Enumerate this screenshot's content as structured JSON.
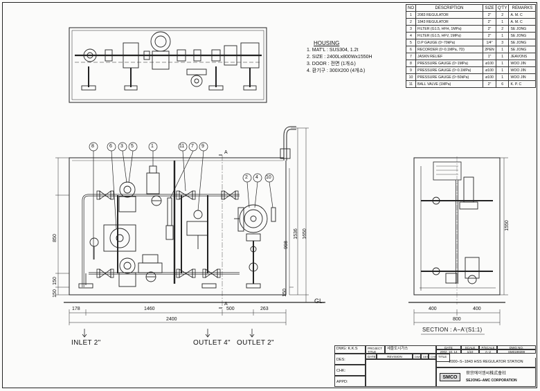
{
  "parts_table": {
    "headers": [
      "NO",
      "DESCRIPTION",
      "SIZE",
      "Q'TY",
      "REMARKS"
    ],
    "rows": [
      {
        "no": "1",
        "desc": "2083 REGULATOR",
        "size": "2\"",
        "qty": "2",
        "rem": "A. M. C"
      },
      {
        "no": "2",
        "desc": "1843 REGULATOR",
        "size": "2\"",
        "qty": "1",
        "rem": "A. M. C"
      },
      {
        "no": "3",
        "desc": "FILTER (G1.5, HFH, 1MPa)",
        "size": "2\"",
        "qty": "2",
        "rem": "SE JONG"
      },
      {
        "no": "4",
        "desc": "FILTER (G1.5, HFV, 1MPa)",
        "size": "2\"",
        "qty": "1",
        "rem": "SE JONG"
      },
      {
        "no": "5",
        "desc": "D.P GAUGE (0~70kPa)",
        "size": "1/4\"",
        "qty": "3",
        "rem": "SE JONG"
      },
      {
        "no": "6",
        "desc": "RECORDER (0~0.1MPa, 7D)",
        "size": "2PEN",
        "qty": "1",
        "rem": "SE JONG"
      },
      {
        "no": "7",
        "desc": "JASKN RELIEF",
        "size": "1\"",
        "qty": "1",
        "rem": "JEAVONS"
      },
      {
        "no": "8",
        "desc": "PRESSURE GAUGE (0~1MPa)",
        "size": "ø100",
        "qty": "1",
        "rem": "WOO JIN"
      },
      {
        "no": "9",
        "desc": "PRESSURE GAUGE (0~0.1MPa)",
        "size": "ø100",
        "qty": "1",
        "rem": "WOO JIN"
      },
      {
        "no": "10",
        "desc": "PRESSURE GAUGE (0~50kPa)",
        "size": "ø100",
        "qty": "1",
        "rem": "WOO JIN"
      },
      {
        "no": "11",
        "desc": "BALL VALVE (1MPa)",
        "size": "2\"",
        "qty": "6",
        "rem": "K. P. C"
      }
    ]
  },
  "housing": {
    "title": "HOUSING",
    "lines": [
      "1. MAT'L : SUS304, 1.2t",
      "2. SIZE : 2400Lx800Wx1550H",
      "3. DOOR : 전면 (1개소)",
      "4. 환기구 : 300X200 (4개소)"
    ]
  },
  "callouts": [
    "8",
    "6",
    "3",
    "5",
    "1",
    "11",
    "7",
    "9",
    "2",
    "4",
    "10"
  ],
  "dims": {
    "d178": "178",
    "d1460": "1460",
    "d500": "500",
    "d263": "263",
    "d2400": "2400",
    "d850": "850",
    "d150a": "150",
    "d150b": "150",
    "d150c": "150",
    "d998": "998",
    "d1536": "1536",
    "d1650": "1650",
    "d1550": "1550",
    "d400a": "400",
    "d400b": "400",
    "d800": "800",
    "gl": "GL.",
    "sectA": "A"
  },
  "labels": {
    "inlet": "INLET 2\"",
    "outlet4": "OUTLET 4\"",
    "outlet2": "OUTLET 2\"",
    "section": "SECTION : A−A'(S1:1)"
  },
  "title_block": {
    "dwg_by_label": "DWG: K.K.S",
    "project_title_label": "PROJECT TITLE",
    "project_title": "세을도시가스",
    "date_label": "DATE",
    "date": "2002. 10. 14",
    "scale_label": "SCALE",
    "scale": "1/10",
    "pscale_label": "P/SCALE",
    "pscale": "A−2",
    "dwgno_label": "DWG NO.",
    "dwgno": "SM0199399",
    "des_label": "DES:",
    "chk_label": "CHK:",
    "appd_label": "APPD:",
    "rev_date": "DATE",
    "revision": "REVISION",
    "dwg": "DWG",
    "des": "DES",
    "chk": "CHK",
    "title_label": "TITLE",
    "title": "2000−S−1843 HSS REGULATOR STATION",
    "company_logo": "SMCO",
    "company_kr": "世宗에이엠씨株式會社",
    "company_en": "SEJONG−AMC CORPORATION"
  }
}
